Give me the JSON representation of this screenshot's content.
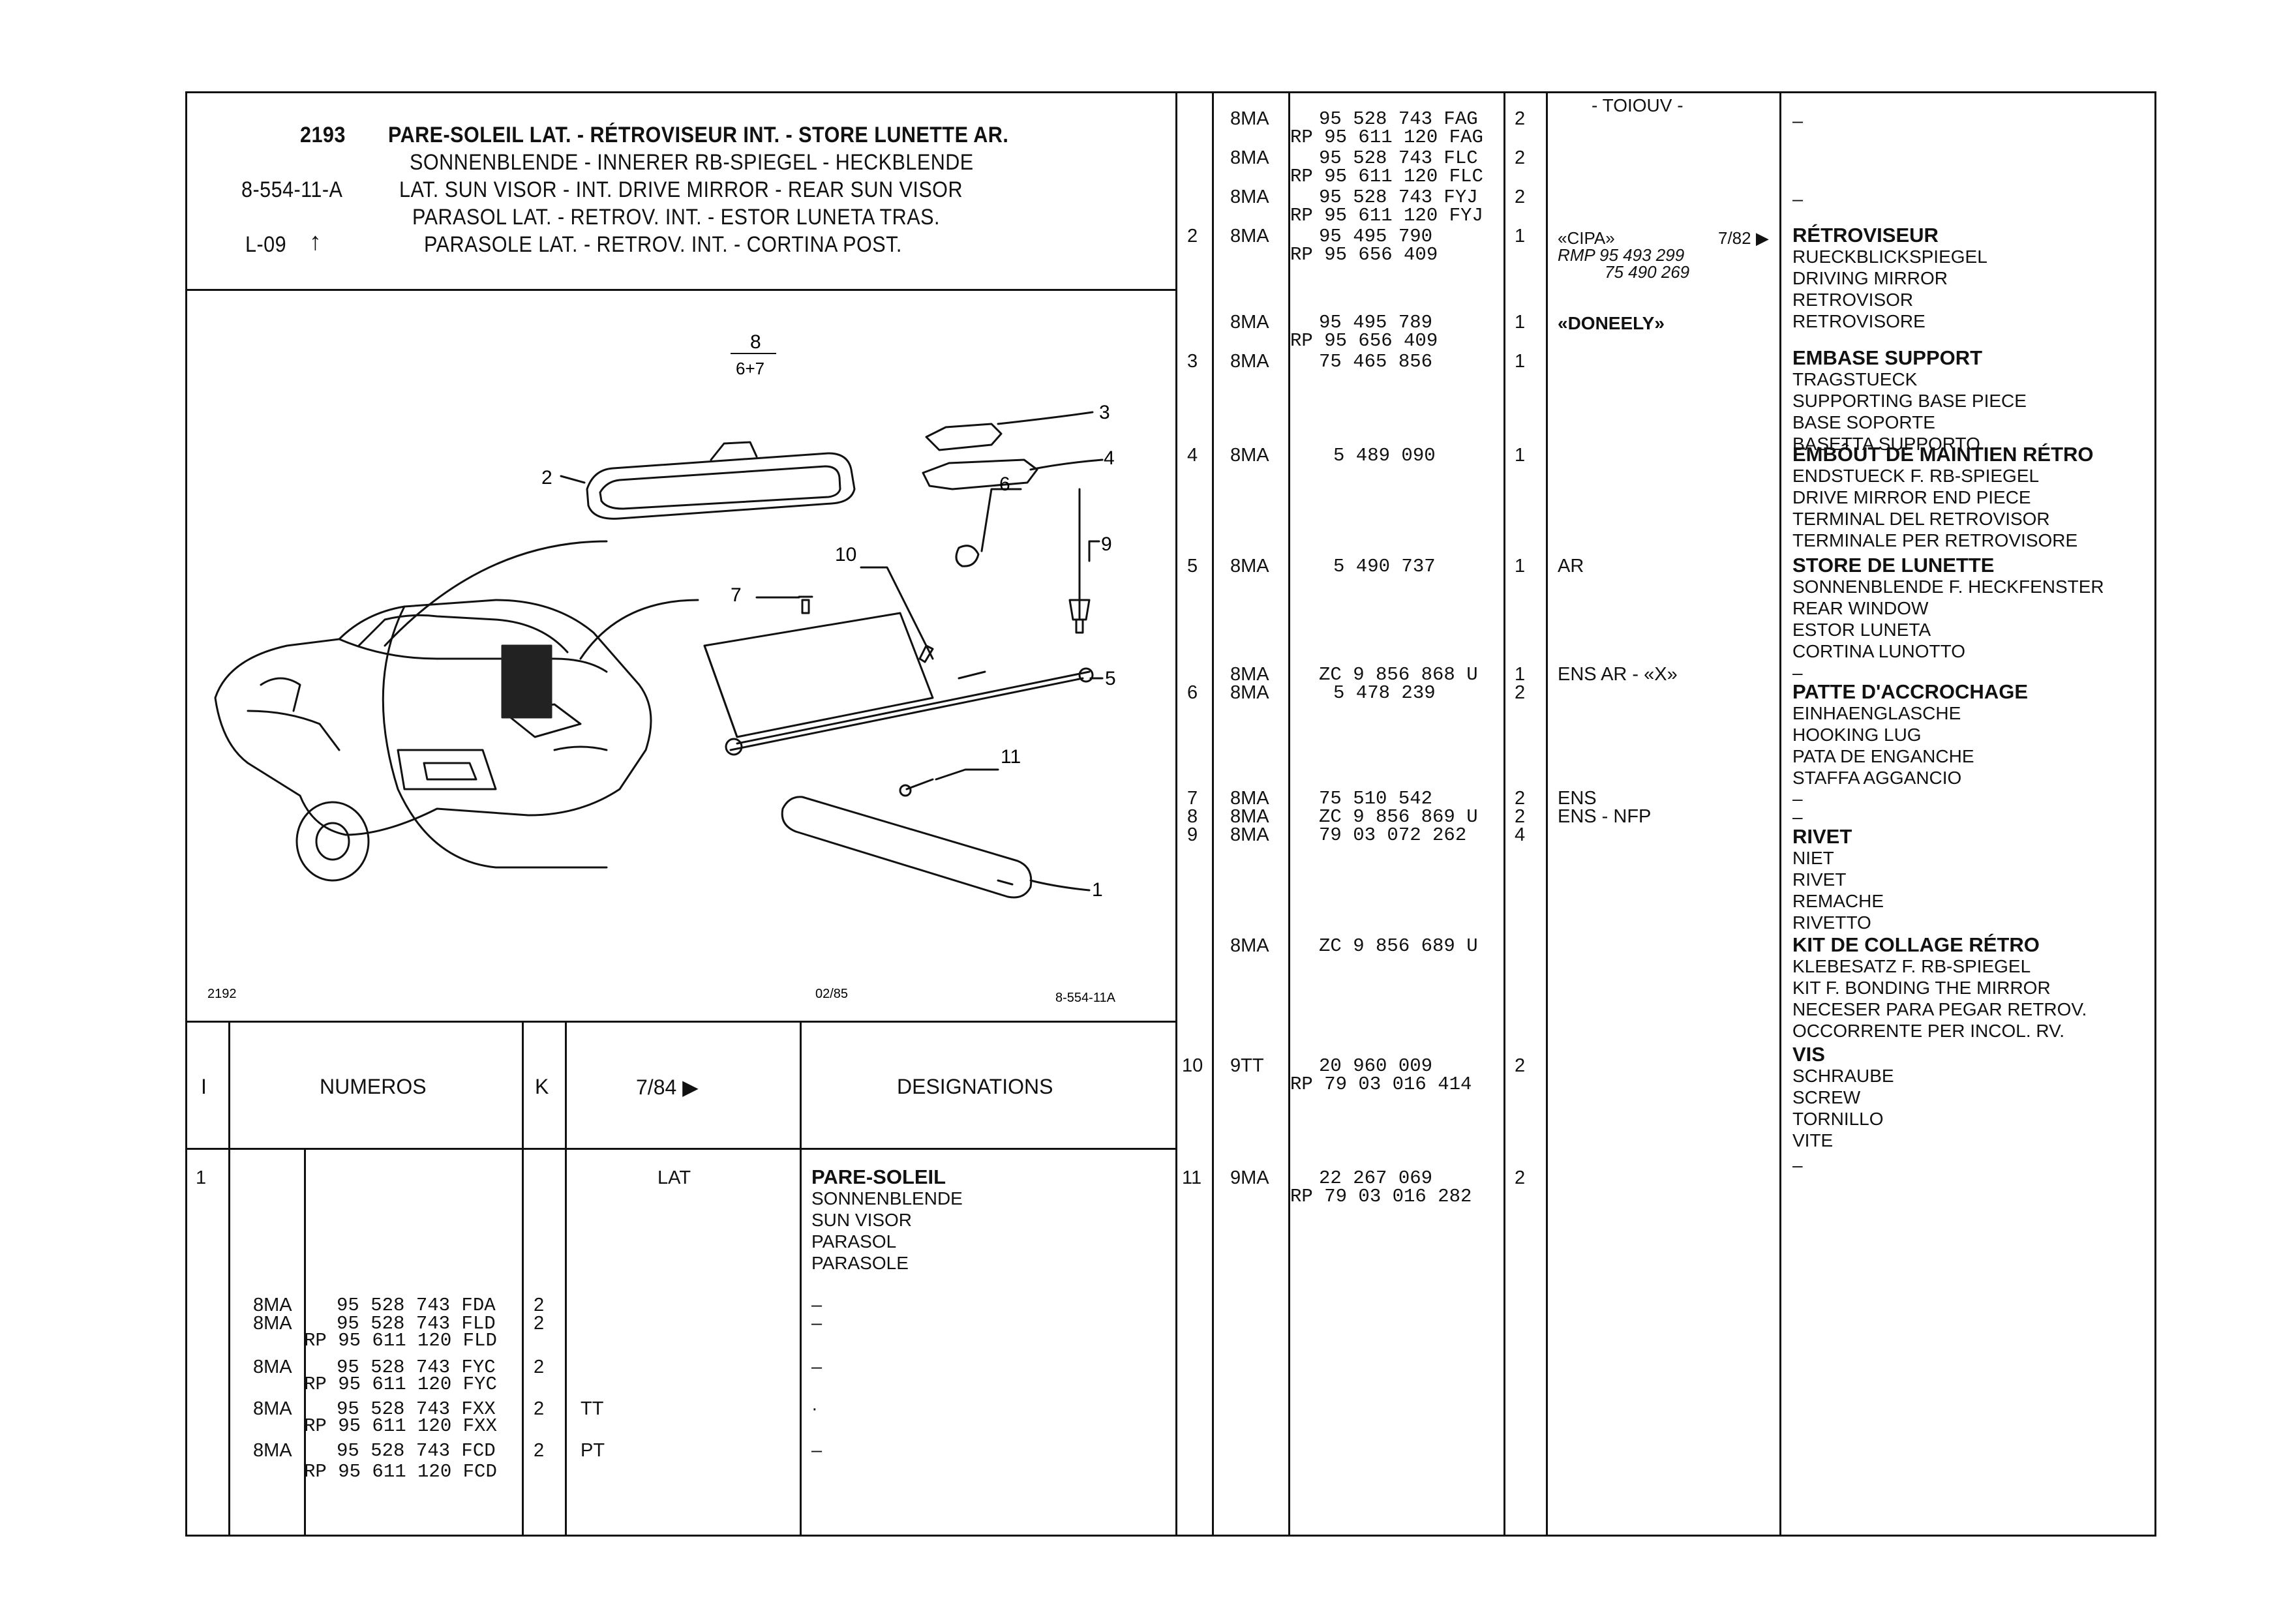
{
  "header": {
    "code": "2193",
    "ref": "8-554-11-A",
    "loc": "L-09",
    "loc_arrow": "↑",
    "titles": [
      "PARE-SOLEIL LAT. - RÉTROVISEUR INT. - STORE LUNETTE AR.",
      "SONNENBLENDE - INNERER RB-SPIEGEL - HECKBLENDE",
      "LAT. SUN VISOR - INT. DRIVE MIRROR - REAR SUN VISOR",
      "PARASOL LAT. - RETROV. INT. - ESTOR LUNETA TRAS.",
      "PARASOLE LAT. - RETROV. INT. - CORTINA POST."
    ]
  },
  "diagram": {
    "fraction_num": "8",
    "fraction_den": "6+7",
    "callouts": [
      "1",
      "2",
      "3",
      "4",
      "5",
      "6",
      "7",
      "9",
      "10",
      "11"
    ],
    "footer_left": "2192",
    "footer_mid": "02/85",
    "footer_right": "8-554-11A"
  },
  "table_header": {
    "col_i": "I",
    "col_numeros": "NUMEROS",
    "col_k": "K",
    "col_date": "7/84 ▶",
    "col_designations": "DESIGNATIONS"
  },
  "left_rows": {
    "item": "1",
    "variant": "LAT",
    "designation": [
      "PARE-SOLEIL",
      "SONNENBLENDE",
      "SUN VISOR",
      "PARASOL",
      "PARASOLE"
    ],
    "parts": [
      {
        "mod": "8MA",
        "num": "95 528 743 FDA",
        "k": "2",
        "v": "",
        "d": "–"
      },
      {
        "mod": "8MA",
        "num": "95 528 743 FLD",
        "k": "2",
        "v": "",
        "d": "–"
      },
      {
        "mod": "",
        "num": "RP 95 611 120 FLD",
        "k": "",
        "v": "",
        "d": ""
      },
      {
        "mod": "8MA",
        "num": "95 528 743 FYC",
        "k": "2",
        "v": "",
        "d": "–"
      },
      {
        "mod": "",
        "num": "RP 95 611 120 FYC",
        "k": "",
        "v": "",
        "d": ""
      },
      {
        "mod": "8MA",
        "num": "95 528 743 FXX",
        "k": "2",
        "v": "TT",
        "d": "·"
      },
      {
        "mod": "",
        "num": "RP 95 611 120 FXX",
        "k": "",
        "v": "",
        "d": ""
      },
      {
        "mod": "8MA",
        "num": "95 528 743 FCD",
        "k": "2",
        "v": "PT",
        "d": "–"
      },
      {
        "mod": "",
        "num": "RP 95 611 120 FCD",
        "k": "",
        "v": "",
        "d": ""
      }
    ]
  },
  "right_col_header": "- TOIOUV -",
  "right_rows": [
    {
      "i": "",
      "mod": "8MA",
      "num": "95 528 743 FAG",
      "k": "2",
      "note": "",
      "des": "–"
    },
    {
      "i": "",
      "mod": "",
      "num": "RP 95 611 120 FAG",
      "k": "",
      "note": "",
      "des": ""
    },
    {
      "i": "",
      "mod": "8MA",
      "num": "95 528 743 FLC",
      "k": "2",
      "note": "",
      "des": ""
    },
    {
      "i": "",
      "mod": "",
      "num": "RP 95 611 120 FLC",
      "k": "",
      "note": "",
      "des": ""
    },
    {
      "i": "",
      "mod": "8MA",
      "num": "95 528 743 FYJ",
      "k": "2",
      "note": "",
      "des": "–"
    },
    {
      "i": "",
      "mod": "",
      "num": "RP 95 611 120 FYJ",
      "k": "",
      "note": "",
      "des": ""
    },
    {
      "i": "2",
      "mod": "8MA",
      "num": "95 495 790",
      "k": "1",
      "note": "«CIPA»",
      "date": "7/82 ▶",
      "des": "RÉTROVISEUR"
    },
    {
      "i": "",
      "mod": "",
      "num": "RP 95 656 409",
      "k": "",
      "note": "RMP 95 493 299",
      "des": "RUECKBLICKSPIEGEL"
    },
    {
      "i": "",
      "mod": "",
      "num": "",
      "k": "",
      "note": "75 490 269",
      "des": "DRIVING MIRROR"
    },
    {
      "i": "",
      "mod": "",
      "num": "",
      "k": "",
      "note": "",
      "des": "RETROVISOR"
    },
    {
      "i": "",
      "mod": "",
      "num": "",
      "k": "",
      "note": "",
      "des": "RETROVISORE"
    },
    {
      "i": "",
      "mod": "8MA",
      "num": "95 495 789",
      "k": "1",
      "note": "«DONEELY»",
      "des": ""
    },
    {
      "i": "",
      "mod": "",
      "num": "RP 95 656 409",
      "k": "",
      "note": "",
      "des": ""
    },
    {
      "i": "3",
      "mod": "8MA",
      "num": "75 465 856",
      "k": "1",
      "note": "",
      "des": "EMBASE SUPPORT"
    },
    {
      "i": "4",
      "mod": "8MA",
      "num": "5 489 090",
      "k": "1",
      "note": "",
      "des": "EMBÔUT DE MAINTIEN RÉTRO"
    },
    {
      "i": "5",
      "mod": "8MA",
      "num": "5 490 737",
      "k": "1",
      "note": "AR",
      "des": "STORE DE LUNETTE"
    },
    {
      "i": "",
      "mod": "8MA",
      "num": "ZC 9 856 868 U",
      "k": "1",
      "note": "ENS AR - «X»",
      "des": "–"
    },
    {
      "i": "6",
      "mod": "8MA",
      "num": "5 478 239",
      "k": "2",
      "note": "",
      "des": "PATTE D'ACCROCHAGE"
    },
    {
      "i": "7",
      "mod": "8MA",
      "num": "75 510 542",
      "k": "2",
      "note": "ENS",
      "des": "–"
    },
    {
      "i": "8",
      "mod": "8MA",
      "num": "ZC 9 856 869 U",
      "k": "2",
      "note": "ENS - NFP",
      "des": "–"
    },
    {
      "i": "9",
      "mod": "8MA",
      "num": "79 03 072 262",
      "k": "4",
      "note": "",
      "des": "RIVET"
    },
    {
      "i": "",
      "mod": "8MA",
      "num": "ZC 9 856 689 U",
      "k": "",
      "note": "",
      "des": "KIT DE COLLAGE RÉTRO"
    },
    {
      "i": "10",
      "mod": "9TT",
      "num": "20 960 009",
      "k": "2",
      "note": "",
      "des": "VIS"
    },
    {
      "i": "",
      "mod": "",
      "num": "RP 79 03 016 414",
      "k": "",
      "note": "",
      "des": ""
    },
    {
      "i": "11",
      "mod": "9MA",
      "num": "22 267 069",
      "k": "2",
      "note": "",
      "des": "–"
    },
    {
      "i": "",
      "mod": "",
      "num": "RP 79 03 016 282",
      "k": "",
      "note": "",
      "des": ""
    }
  ],
  "designations": {
    "d_dash1": "–",
    "d_dash2": "–",
    "retro": [
      "RÉTROVISEUR",
      "RUECKBLICKSPIEGEL",
      "DRIVING MIRROR",
      "RETROVISOR",
      "RETROVISORE"
    ],
    "embase": [
      "EMBASE SUPPORT",
      "TRAGSTUECK",
      "SUPPORTING BASE PIECE",
      "BASE SOPORTE",
      "BASETTA SUPPORTO"
    ],
    "embout": [
      "EMBÔUT DE MAINTIEN RÉTRO",
      "ENDSTUECK F. RB-SPIEGEL",
      "DRIVE MIRROR END PIECE",
      "TERMINAL DEL RETROVISOR",
      "TERMINALE PER RETROVISORE"
    ],
    "store": [
      "STORE DE LUNETTE",
      "SONNENBLENDE F. HECKFENSTER",
      "REAR WINDOW",
      "ESTOR LUNETA",
      "CORTINA LUNOTTO"
    ],
    "d_dash3": "–",
    "patte": [
      "PATTE D'ACCROCHAGE",
      "EINHAENGLASCHE",
      "HOOKING LUG",
      "PATA DE ENGANCHE",
      "STAFFA AGGANCIO"
    ],
    "d_dash4": "–",
    "d_dash5": "–",
    "rivet": [
      "RIVET",
      "NIET",
      "RIVET",
      "REMACHE",
      "RIVETTO"
    ],
    "kit": [
      "KIT DE COLLAGE RÉTRO",
      "KLEBESATZ F. RB-SPIEGEL",
      "KIT F. BONDING THE MIRROR",
      "NECESER PARA PEGAR RETROV.",
      "OCCORRENTE PER INCOL. RV."
    ],
    "vis": [
      "VIS",
      "SCHRAUBE",
      "SCREW",
      "TORNILLO",
      "VITE"
    ],
    "d_dash6": "–"
  }
}
